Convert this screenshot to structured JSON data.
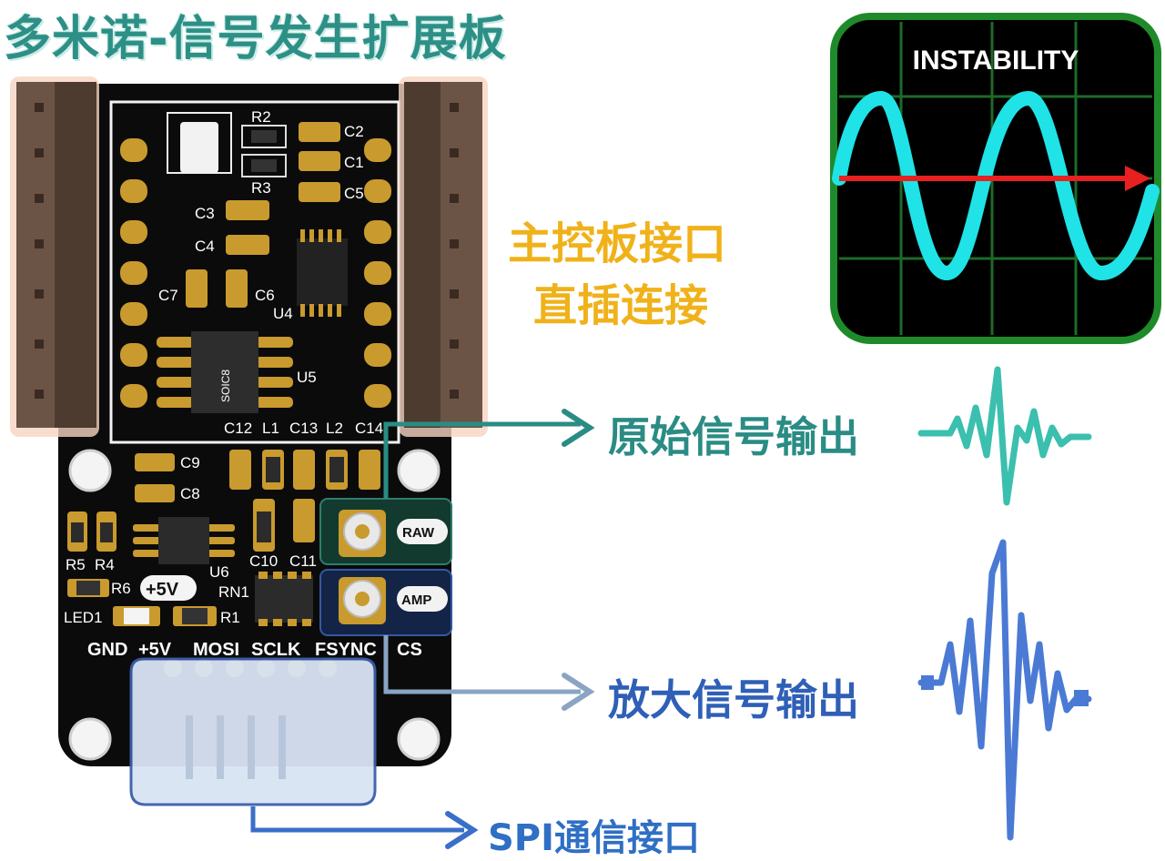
{
  "title": "多米诺-信号发生扩展板",
  "scope": {
    "label": "INSTABILITY",
    "frame_color": "#1f8a2a",
    "wave_color": "#1fe3e6",
    "arrow_color": "#e8201f"
  },
  "callouts": {
    "main_connector_line1": "主控板接口",
    "main_connector_line2": "直插连接",
    "raw_output": "原始信号输出",
    "amp_output": "放大信号输出",
    "spi": "SPI通信接口"
  },
  "board": {
    "labels": {
      "R2": "R2",
      "R3": "R3",
      "C2": "C2",
      "C1": "C1",
      "C5": "C5",
      "C3": "C3",
      "C4": "C4",
      "C7": "C7",
      "C6": "C6",
      "U4": "U4",
      "U5": "U5",
      "SOIC8": "SOIC8",
      "C12": "C12",
      "L1": "L1",
      "C13": "C13",
      "L2": "L2",
      "C14": "C14",
      "C9": "C9",
      "C8": "C8",
      "R5": "R5",
      "R4": "R4",
      "U6": "U6",
      "C10": "C10",
      "C11": "C11",
      "R6": "R6",
      "LED1": "LED1",
      "R1": "R1",
      "RN1": "RN1",
      "V5": "+5V"
    },
    "raw_label": "RAW",
    "amp_label": "AMP",
    "pins": [
      "GND",
      "+5V",
      "MOSI",
      "SCLK",
      "FSYNC",
      "CS"
    ]
  },
  "colors": {
    "raw": "#2aa89c",
    "amp": "#3f73c9",
    "spi": "#2f6fc4",
    "title": "#2e8f86",
    "main": "#f0b21a"
  }
}
